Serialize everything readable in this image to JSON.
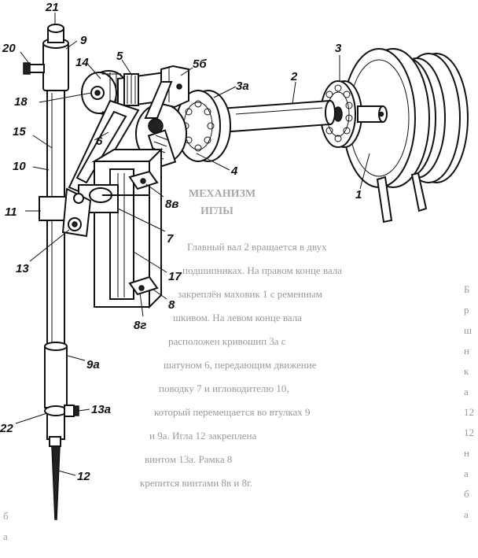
{
  "diagram": {
    "labels": [
      {
        "id": "l21",
        "text": "21"
      },
      {
        "id": "l9",
        "text": "9"
      },
      {
        "id": "l20",
        "text": "20"
      },
      {
        "id": "l14",
        "text": "14"
      },
      {
        "id": "l5",
        "text": "5"
      },
      {
        "id": "l5b",
        "text": "5б"
      },
      {
        "id": "l3",
        "text": "3"
      },
      {
        "id": "l2",
        "text": "2"
      },
      {
        "id": "l3a",
        "text": "3а"
      },
      {
        "id": "l18",
        "text": "18"
      },
      {
        "id": "l15",
        "text": "15"
      },
      {
        "id": "l6",
        "text": "6"
      },
      {
        "id": "l4",
        "text": "4"
      },
      {
        "id": "l10",
        "text": "10"
      },
      {
        "id": "l1",
        "text": "1"
      },
      {
        "id": "l8v",
        "text": "8в"
      },
      {
        "id": "l11",
        "text": "11"
      },
      {
        "id": "l7",
        "text": "7"
      },
      {
        "id": "l13",
        "text": "13"
      },
      {
        "id": "l17",
        "text": "17"
      },
      {
        "id": "l8",
        "text": "8"
      },
      {
        "id": "l8g",
        "text": "8г"
      },
      {
        "id": "l9a",
        "text": "9а"
      },
      {
        "id": "l13a",
        "text": "13а"
      },
      {
        "id": "l22",
        "text": "22"
      },
      {
        "id": "l12",
        "text": "12"
      }
    ]
  },
  "background_text": {
    "heading_lines": [
      "МЕХАНИЗМ",
      "ИГЛЫ"
    ],
    "paragraph_lines": [
      "Главный вал 2 вращается в двух",
      "подшипниках. На правом конце вала",
      "закреплён маховик 1 с ременным",
      "шкивом. На левом конце вала",
      "расположен кривошип 3а с",
      "шатуном 6, передающим движение",
      "поводку 7 и игловодителю 10,",
      "который перемещается во втулках 9",
      "и 9а. Игла 12 закреплена",
      "винтом 13а. Рамка 8",
      "крепится винтами 8в и 8г."
    ],
    "right_edge_chars": [
      "Б",
      "р",
      "ш",
      "н",
      "к",
      "а",
      "12",
      "12",
      "н",
      "а",
      "б",
      "а"
    ],
    "left_edge_chars": [
      "б",
      "а"
    ]
  }
}
